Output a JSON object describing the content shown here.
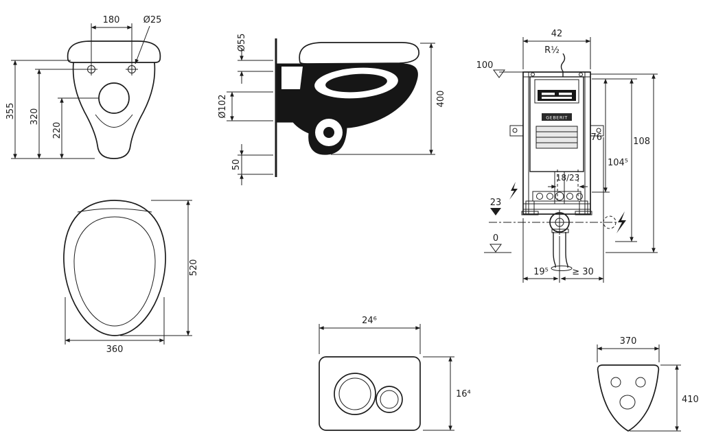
{
  "colors": {
    "ink": "#1c1c1c",
    "bg": "#ffffff"
  },
  "front_view": {
    "dim_hole_spacing": "180",
    "dim_hole_diameter": "Ø25",
    "dim_height_total": "355",
    "dim_height_holes": "320",
    "dim_height_outlet": "220"
  },
  "side_view": {
    "dim_inlet_diameter": "Ø55",
    "dim_outlet_diameter": "Ø102",
    "dim_height": "400",
    "dim_bottom_offset": "50"
  },
  "frame_view": {
    "dim_width_top": "42",
    "water_connection": "R½",
    "level_top": "100",
    "dim_cistern_height": "76",
    "dim_mid_height": "104⁵",
    "dim_frame_height": "108",
    "dim_flush_pipe": "18/23",
    "level_outlet": "23",
    "level_floor": "0",
    "dim_outlet_offset": "19⁵",
    "dim_side_clearance": "≥ 30",
    "brand": "GEBERIT"
  },
  "top_view": {
    "dim_depth": "520",
    "dim_width": "360"
  },
  "plate_view": {
    "dim_width": "24⁶",
    "dim_height": "16⁴"
  },
  "mat_view": {
    "dim_width": "370",
    "dim_height": "410"
  }
}
